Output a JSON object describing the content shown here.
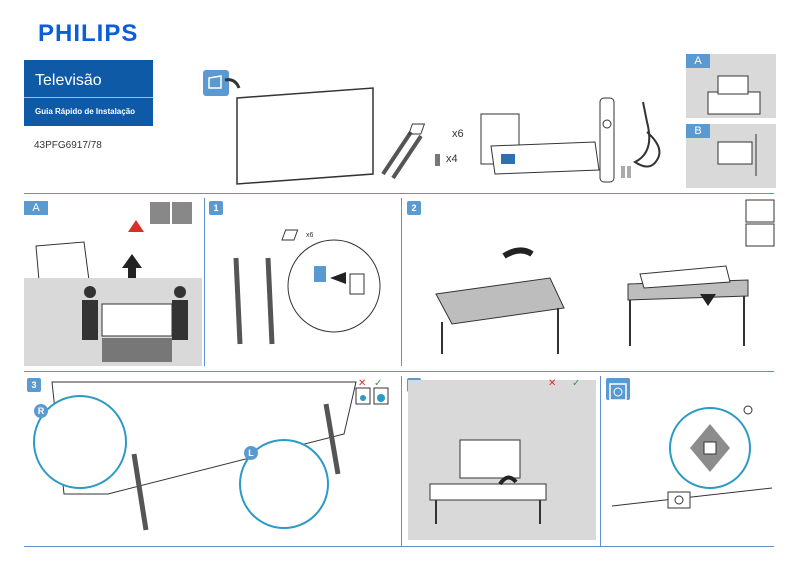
{
  "brand": "PHILIPS",
  "product": "Televisão",
  "guide": "Guia Rápido de Instalação",
  "model": "43PFG6917/78",
  "box_contents": {
    "screws_label": "x6",
    "small_screws_label": "x4"
  },
  "sections": {
    "a": "A",
    "b": "B",
    "step1": "1",
    "step2": "2",
    "step3": "3",
    "step4": "4",
    "stand_screws_label": "x6",
    "right_label": "R",
    "left_label": "L"
  },
  "colors": {
    "accent": "#5b9ad1",
    "brand": "#0e5aa7",
    "warning": "#d93025",
    "ok": "#2e9b45"
  }
}
